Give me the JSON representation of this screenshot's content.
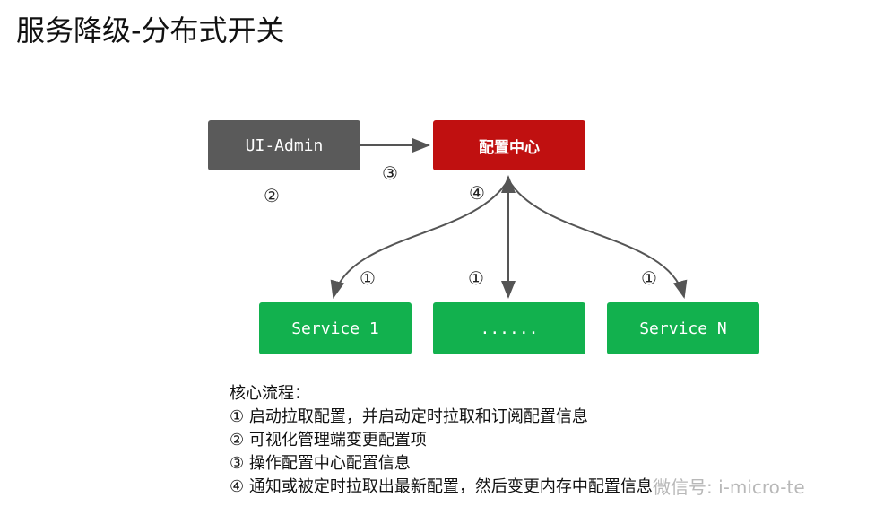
{
  "title": "服务降级-分布式开关",
  "nodes": {
    "admin": "UI-Admin",
    "config_center": "配置中心",
    "service_1": "Service 1",
    "service_middle": "......",
    "service_n": "Service N"
  },
  "step_markers": {
    "admin_step": "②",
    "admin_to_center": "③",
    "center_step": "④",
    "left_service": "①",
    "middle_service": "①",
    "right_service": "①"
  },
  "flow": {
    "heading": "核心流程：",
    "steps": [
      "① 启动拉取配置，并启动定时拉取和订阅配置信息",
      "② 可视化管理端变更配置项",
      "③ 操作配置中心配置信息",
      "④ 通知或被定时拉取出最新配置，然后变更内存中配置信息"
    ]
  },
  "watermark": "微信号: i-micro-te",
  "colors": {
    "admin_box": "#5a5a5a",
    "config_center_box": "#c01010",
    "service_box": "#12b14e",
    "arrow": "#555555"
  }
}
